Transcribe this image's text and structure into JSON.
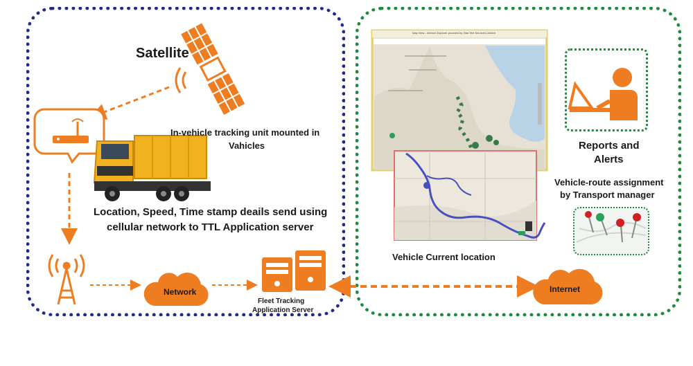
{
  "labels": {
    "satellite": "Satellite",
    "tracking_unit": "In-vehicle tracking unit mounted in",
    "tracking_unit_2": "Vahicles",
    "location_send": "Location, Speed, Time stamp deails send using",
    "location_send_2": "cellular network to TTL Application server",
    "network": "Network",
    "fleet": "Fleet Tracking",
    "fleet_2": "Application Server",
    "reports": "Reports and",
    "reports_2": "Alerts",
    "route": "Vehicle-route assignment",
    "route_2": "by Transport manager",
    "current_location": "Vehicle Current location",
    "internet": "Internet"
  },
  "browser_window": {
    "title": "Map View - Internet Explorer provided by Tata Tele Services Limited"
  },
  "colors": {
    "orange": "#ee7d22",
    "blue_border": "#1f2a8a",
    "green_border": "#1e8a3c",
    "route": "#4a4fbf",
    "map_border": "#e07070"
  }
}
